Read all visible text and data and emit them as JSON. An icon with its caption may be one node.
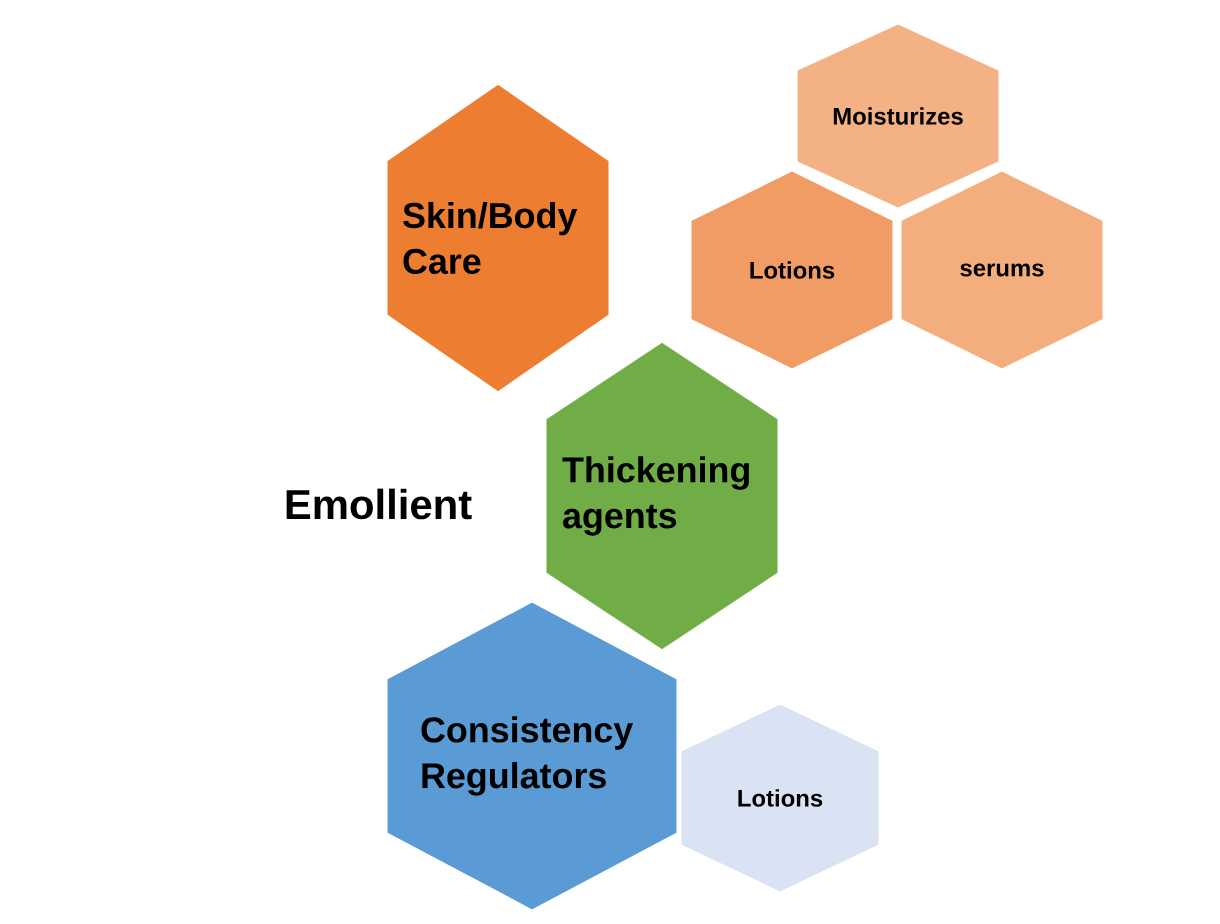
{
  "diagram": {
    "nodes": [
      {
        "text": [
          "Skin/Body Care"
        ]
      },
      {
        "text": [
          "Moisturizes"
        ]
      },
      {
        "text": [
          "Lotions"
        ]
      },
      {
        "text": [
          "serums"
        ]
      },
      {
        "text": [
          "Thickening agents"
        ]
      },
      {
        "text": [
          "Consistency Regulators"
        ]
      },
      {
        "text": [
          "Lotions"
        ]
      }
    ],
    "labels": [
      "Emollient"
    ]
  }
}
